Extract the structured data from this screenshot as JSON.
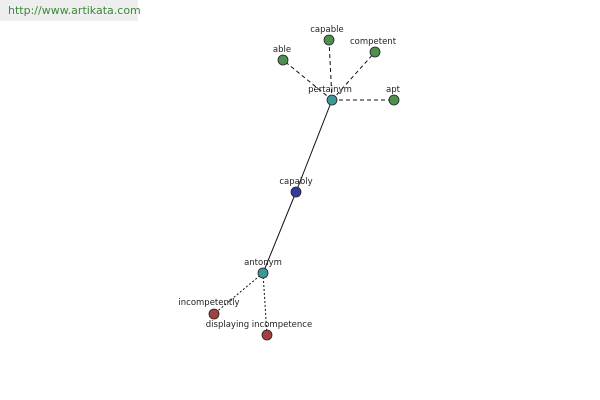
{
  "site_url": "http://www.artikata.com",
  "colors": {
    "synonym": "#4f8f4f",
    "relation": "#3d9999",
    "root": "#333a99",
    "antonym": "#a04040",
    "url_text": "#3a8a3a"
  },
  "nodes": [
    {
      "id": "capably",
      "label": "capably",
      "role": "root"
    },
    {
      "id": "pertainym",
      "label": "pertainym",
      "role": "relation"
    },
    {
      "id": "antonym",
      "label": "antonym",
      "role": "relation"
    },
    {
      "id": "able",
      "label": "able",
      "role": "synonym"
    },
    {
      "id": "capable",
      "label": "capable",
      "role": "synonym"
    },
    {
      "id": "competent",
      "label": "competent",
      "role": "synonym"
    },
    {
      "id": "apt",
      "label": "apt",
      "role": "synonym"
    },
    {
      "id": "incompetently",
      "label": "incompetently",
      "role": "antonym"
    },
    {
      "id": "displaying-incompetence",
      "label": "displaying incompetence",
      "role": "antonym"
    }
  ],
  "edges": [
    {
      "from": "capably",
      "to": "pertainym",
      "style": "solid"
    },
    {
      "from": "capably",
      "to": "antonym",
      "style": "solid"
    },
    {
      "from": "pertainym",
      "to": "able",
      "style": "dashed"
    },
    {
      "from": "pertainym",
      "to": "capable",
      "style": "dashed"
    },
    {
      "from": "pertainym",
      "to": "competent",
      "style": "dashed"
    },
    {
      "from": "pertainym",
      "to": "apt",
      "style": "dashed"
    },
    {
      "from": "antonym",
      "to": "incompetently",
      "style": "dotted"
    },
    {
      "from": "antonym",
      "to": "displaying-incompetence",
      "style": "dotted"
    }
  ]
}
